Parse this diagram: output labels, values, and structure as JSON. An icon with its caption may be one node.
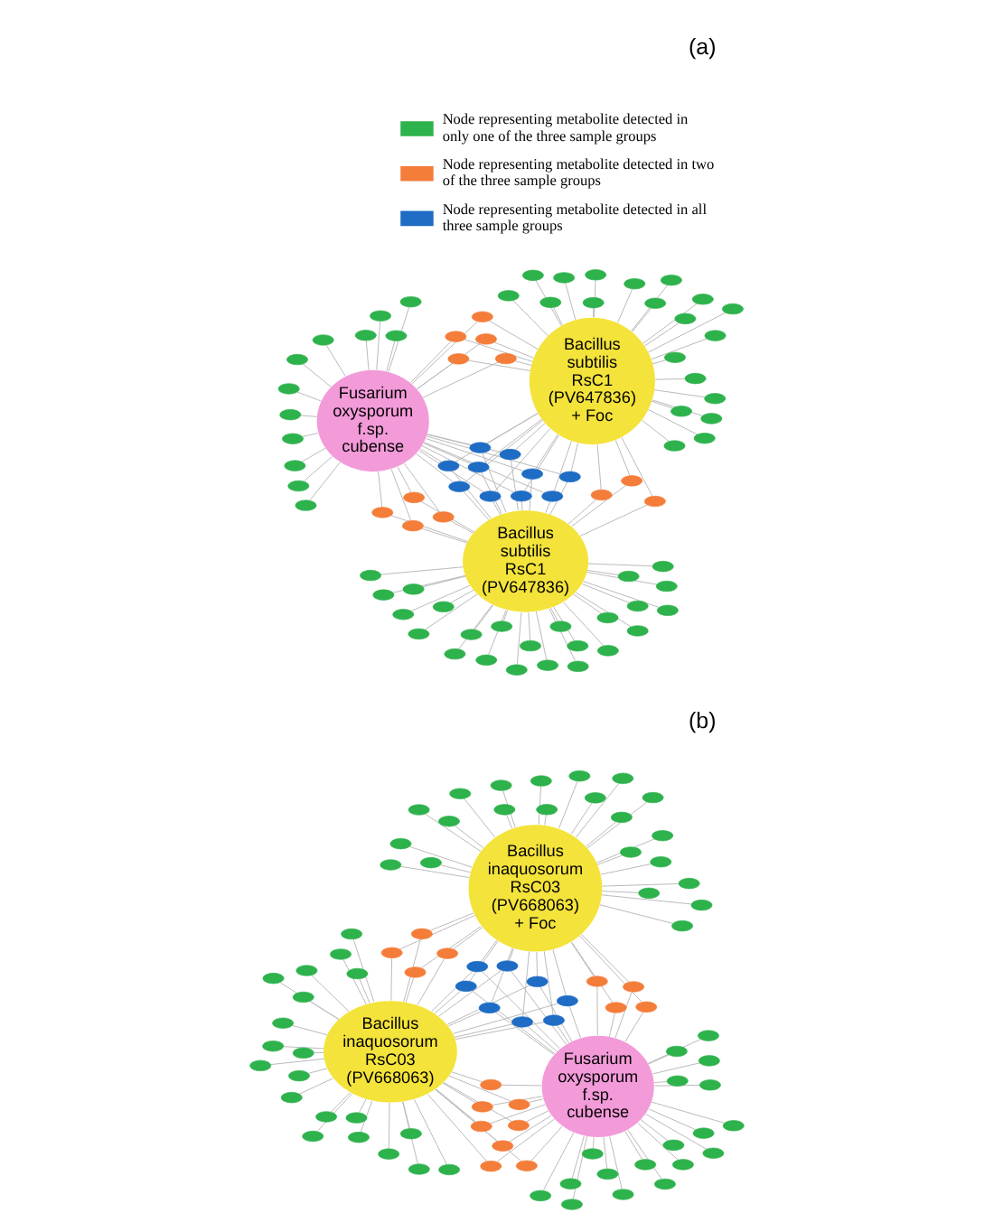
{
  "diagram": {
    "nodes": [
      {
        "text": [
          "Fusarium oxysporum f.sp. cubense"
        ]
      },
      {
        "text": [
          "Bacillus subtilis RsC1 (PV647836)"
        ]
      },
      {
        "text": [
          "Bacillus subtilis RsC1 (PV647836) + Foc"
        ]
      },
      {
        "text": [],
        "shape": "circle"
      },
      {
        "text": [],
        "shape": "circle"
      },
      {
        "text": [],
        "shape": "circle"
      },
      {
        "text": [],
        "shape": "circle"
      },
      {
        "text": [],
        "shape": "circle"
      },
      {
        "text": [],
        "shape": "circle"
      },
      {
        "text": [],
        "shape": "circle"
      },
      {
        "text": [],
        "shape": "circle"
      },
      {
        "text": [],
        "shape": "circle"
      },
      {
        "text": [],
        "shape": "circle"
      },
      {
        "text": [],
        "shape": "circle"
      },
      {
        "text": [],
        "shape": "circle"
      },
      {
        "text": [],
        "shape": "circle"
      },
      {
        "text": [],
        "shape": "circle"
      },
      {
        "text": [],
        "shape": "circle"
      },
      {
        "text": [],
        "shape": "circle"
      },
      {
        "text": [],
        "shape": "circle"
      },
      {
        "text": [],
        "shape": "circle"
      },
      {
        "text": [],
        "shape": "circle"
      },
      {
        "text": [],
        "shape": "circle"
      },
      {
        "text": [],
        "shape": "circle"
      },
      {
        "text": [],
        "shape": "circle"
      },
      {
        "text": [],
        "shape": "circle"
      },
      {
        "text": [],
        "shape": "circle"
      },
      {
        "text": [],
        "shape": "circle"
      },
      {
        "text": [],
        "shape": "circle"
      },
      {
        "text": [],
        "shape": "circle"
      },
      {
        "text": [],
        "shape": "circle"
      },
      {
        "text": [],
        "shape": "circle"
      },
      {
        "text": [],
        "shape": "circle"
      },
      {
        "text": [],
        "shape": "circle"
      },
      {
        "text": [],
        "shape": "circle"
      },
      {
        "text": [],
        "shape": "circle"
      },
      {
        "text": [],
        "shape": "circle"
      },
      {
        "text": [],
        "shape": "circle"
      },
      {
        "text": [],
        "shape": "circle"
      },
      {
        "text": [],
        "shape": "circle"
      },
      {
        "text": [],
        "shape": "circle"
      },
      {
        "text": [],
        "shape": "circle"
      },
      {
        "text": [],
        "shape": "circle"
      },
      {
        "text": [],
        "shape": "circle"
      },
      {
        "text": [],
        "shape": "circle"
      },
      {
        "text": [],
        "shape": "circle"
      },
      {
        "text": [],
        "shape": "circle"
      },
      {
        "text": [],
        "shape": "circle"
      },
      {
        "text": [],
        "shape": "circle"
      },
      {
        "text": [],
        "shape": "circle"
      },
      {
        "text": [],
        "shape": "circle"
      },
      {
        "text": [],
        "shape": "circle"
      },
      {
        "text": [],
        "shape": "circle"
      },
      {
        "text": [],
        "shape": "circle"
      },
      {
        "text": [],
        "shape": "circle"
      },
      {
        "text": [],
        "shape": "circle"
      },
      {
        "text": [],
        "shape": "circle"
      },
      {
        "text": [],
        "shape": "circle"
      },
      {
        "text": [],
        "shape": "circle"
      },
      {
        "text": [],
        "shape": "circle"
      },
      {
        "text": [],
        "shape": "circle"
      },
      {
        "text": [],
        "shape": "circle"
      },
      {
        "text": [],
        "shape": "circle"
      },
      {
        "text": [],
        "shape": "circle"
      },
      {
        "text": [],
        "shape": "circle"
      },
      {
        "text": [],
        "shape": "circle"
      },
      {
        "text": [],
        "shape": "circle"
      },
      {
        "text": [],
        "shape": "circle"
      },
      {
        "text": [],
        "shape": "circle"
      },
      {
        "text": [],
        "shape": "circle"
      },
      {
        "text": [],
        "shape": "circle"
      },
      {
        "text": [],
        "shape": "circle"
      },
      {
        "text": [],
        "shape": "circle"
      },
      {
        "text": [],
        "shape": "circle"
      },
      {
        "text": [],
        "shape": "circle"
      },
      {
        "text": [],
        "shape": "circle"
      },
      {
        "text": [],
        "shape": "circle"
      },
      {
        "text": [],
        "shape": "circle"
      },
      {
        "text": [],
        "shape": "circle"
      },
      {
        "text": [],
        "shape": "circle"
      },
      {
        "text": [],
        "shape": "circle"
      },
      {
        "text": [
          "Bacillus inaquosorum RsC03 (PV668063)"
        ]
      },
      {
        "text": [
          "Bacillus inaquosorum RsC03 (PV668063) + Foc"
        ]
      },
      {
        "text": [
          "Fusarium oxysporum f.sp. cubense"
        ]
      },
      {
        "text": [],
        "shape": "circle"
      },
      {
        "text": [],
        "shape": "circle"
      },
      {
        "text": [],
        "shape": "circle"
      },
      {
        "text": [],
        "shape": "circle"
      },
      {
        "text": [],
        "shape": "circle"
      },
      {
        "text": [],
        "shape": "circle"
      },
      {
        "text": [],
        "shape": "circle"
      },
      {
        "text": [],
        "shape": "circle"
      },
      {
        "text": [],
        "shape": "circle"
      },
      {
        "text": [],
        "shape": "circle"
      },
      {
        "text": [],
        "shape": "circle"
      },
      {
        "text": [],
        "shape": "circle"
      },
      {
        "text": [],
        "shape": "circle"
      },
      {
        "text": [],
        "shape": "circle"
      },
      {
        "text": [],
        "shape": "circle"
      },
      {
        "text": [],
        "shape": "circle"
      },
      {
        "text": [],
        "shape": "circle"
      },
      {
        "text": [],
        "shape": "circle"
      },
      {
        "text": [],
        "shape": "circle"
      },
      {
        "text": [],
        "shape": "circle"
      },
      {
        "text": [],
        "shape": "circle"
      },
      {
        "text": [],
        "shape": "circle"
      },
      {
        "text": [],
        "shape": "circle"
      },
      {
        "text": [],
        "shape": "circle"
      },
      {
        "text": [],
        "shape": "circle"
      },
      {
        "text": [],
        "shape": "circle"
      },
      {
        "text": [],
        "shape": "circle"
      },
      {
        "text": [],
        "shape": "circle"
      },
      {
        "text": [],
        "shape": "circle"
      },
      {
        "text": [],
        "shape": "circle"
      },
      {
        "text": [],
        "shape": "circle"
      },
      {
        "text": [],
        "shape": "circle"
      },
      {
        "text": [],
        "shape": "circle"
      },
      {
        "text": [],
        "shape": "circle"
      },
      {
        "text": [],
        "shape": "circle"
      },
      {
        "text": [],
        "shape": "circle"
      },
      {
        "text": [],
        "shape": "circle"
      },
      {
        "text": [],
        "shape": "circle"
      },
      {
        "text": [],
        "shape": "circle"
      },
      {
        "text": [],
        "shape": "circle"
      },
      {
        "text": [],
        "shape": "circle"
      },
      {
        "text": [],
        "shape": "circle"
      },
      {
        "text": [],
        "shape": "circle"
      },
      {
        "text": [],
        "shape": "circle"
      },
      {
        "text": [],
        "shape": "circle"
      },
      {
        "text": [],
        "shape": "circle"
      },
      {
        "text": [],
        "shape": "circle"
      },
      {
        "text": [],
        "shape": "circle"
      },
      {
        "text": [],
        "shape": "circle"
      },
      {
        "text": [],
        "shape": "circle"
      },
      {
        "text": [],
        "shape": "circle"
      },
      {
        "text": [],
        "shape": "circle"
      },
      {
        "text": [],
        "shape": "circle"
      },
      {
        "text": [],
        "shape": "circle"
      },
      {
        "text": [],
        "shape": "circle"
      },
      {
        "text": [],
        "shape": "circle"
      },
      {
        "text": [],
        "shape": "circle"
      },
      {
        "text": [],
        "shape": "circle"
      },
      {
        "text": [],
        "shape": "circle"
      },
      {
        "text": [],
        "shape": "circle"
      },
      {
        "text": [],
        "shape": "circle"
      },
      {
        "text": [],
        "shape": "circle"
      },
      {
        "text": [],
        "shape": "circle"
      },
      {
        "text": [],
        "shape": "circle"
      },
      {
        "text": [],
        "shape": "circle"
      },
      {
        "text": [],
        "shape": "circle"
      },
      {
        "text": [],
        "shape": "circle"
      },
      {
        "text": [],
        "shape": "circle"
      },
      {
        "text": [],
        "shape": "circle"
      },
      {
        "text": [],
        "shape": "circle"
      },
      {
        "text": [],
        "shape": "circle"
      },
      {
        "text": [],
        "shape": "circle"
      },
      {
        "text": [],
        "shape": "circle"
      },
      {
        "text": [],
        "shape": "circle"
      },
      {
        "text": [],
        "shape": "circle"
      },
      {
        "text": [],
        "shape": "circle"
      },
      {
        "text": [],
        "shape": "circle"
      },
      {
        "text": [],
        "shape": "circle"
      },
      {
        "text": [],
        "shape": "circle"
      },
      {
        "text": [],
        "shape": "circle"
      },
      {
        "text": [],
        "shape": "circle"
      },
      {
        "text": [],
        "shape": "circle"
      },
      {
        "text": [],
        "shape": "circle"
      },
      {
        "text": [],
        "shape": "circle"
      }
    ],
    "edges": [
      {
        "from": 1,
        "to": 3,
        "arrow": "none"
      },
      {
        "from": 1,
        "to": 4,
        "arrow": "none"
      },
      {
        "from": 1,
        "to": 5,
        "arrow": "none"
      },
      {
        "from": 1,
        "to": 6,
        "arrow": "none"
      },
      {
        "from": 1,
        "to": 7,
        "arrow": "none"
      },
      {
        "from": 1,
        "to": 8,
        "arrow": "none"
      },
      {
        "from": 1,
        "to": 9,
        "arrow": "none"
      },
      {
        "from": 1,
        "to": 10,
        "arrow": "none"
      },
      {
        "from": 1,
        "to": 11,
        "arrow": "none"
      },
      {
        "from": 1,
        "to": 12,
        "arrow": "none"
      },
      {
        "from": 1,
        "to": 13,
        "arrow": "none"
      },
      {
        "from": 1,
        "to": 14,
        "arrow": "none"
      },
      {
        "from": 1,
        "to": 15,
        "arrow": "none"
      },
      {
        "from": 1,
        "to": 16,
        "arrow": "none"
      },
      {
        "from": 1,
        "to": 17,
        "arrow": "none"
      },
      {
        "from": 1,
        "to": 18,
        "arrow": "none"
      },
      {
        "from": 1,
        "to": 19,
        "arrow": "none"
      },
      {
        "from": 1,
        "to": 20,
        "arrow": "none"
      },
      {
        "from": 1,
        "to": 21,
        "arrow": "none"
      },
      {
        "from": 1,
        "to": 22,
        "arrow": "none"
      },
      {
        "from": 1,
        "to": 23,
        "arrow": "none"
      },
      {
        "from": 1,
        "to": 24,
        "arrow": "none"
      },
      {
        "from": 1,
        "to": 25,
        "arrow": "none"
      },
      {
        "from": 1,
        "to": 26,
        "arrow": "none"
      },
      {
        "from": 0,
        "to": 27,
        "arrow": "none"
      },
      {
        "from": 0,
        "to": 28,
        "arrow": "none"
      },
      {
        "from": 0,
        "to": 29,
        "arrow": "none"
      },
      {
        "from": 0,
        "to": 30,
        "arrow": "none"
      },
      {
        "from": 0,
        "to": 31,
        "arrow": "none"
      },
      {
        "from": 0,
        "to": 32,
        "arrow": "none"
      },
      {
        "from": 0,
        "to": 33,
        "arrow": "none"
      },
      {
        "from": 0,
        "to": 34,
        "arrow": "none"
      },
      {
        "from": 0,
        "to": 35,
        "arrow": "none"
      },
      {
        "from": 0,
        "to": 36,
        "arrow": "none"
      },
      {
        "from": 0,
        "to": 37,
        "arrow": "none"
      },
      {
        "from": 0,
        "to": 38,
        "arrow": "none"
      },
      {
        "from": 0,
        "to": 39,
        "arrow": "none"
      },
      {
        "from": 1,
        "to": 39,
        "arrow": "none"
      },
      {
        "from": 2,
        "to": 39,
        "arrow": "none"
      },
      {
        "from": 0,
        "to": 40,
        "arrow": "none"
      },
      {
        "from": 1,
        "to": 40,
        "arrow": "none"
      },
      {
        "from": 2,
        "to": 40,
        "arrow": "none"
      },
      {
        "from": 0,
        "to": 41,
        "arrow": "none"
      },
      {
        "from": 1,
        "to": 41,
        "arrow": "none"
      },
      {
        "from": 2,
        "to": 41,
        "arrow": "none"
      },
      {
        "from": 0,
        "to": 42,
        "arrow": "none"
      },
      {
        "from": 1,
        "to": 42,
        "arrow": "none"
      },
      {
        "from": 2,
        "to": 42,
        "arrow": "none"
      },
      {
        "from": 0,
        "to": 43,
        "arrow": "none"
      },
      {
        "from": 1,
        "to": 43,
        "arrow": "none"
      },
      {
        "from": 2,
        "to": 43,
        "arrow": "none"
      },
      {
        "from": 0,
        "to": 44,
        "arrow": "none"
      },
      {
        "from": 1,
        "to": 44,
        "arrow": "none"
      },
      {
        "from": 2,
        "to": 44,
        "arrow": "none"
      },
      {
        "from": 0,
        "to": 45,
        "arrow": "none"
      },
      {
        "from": 1,
        "to": 45,
        "arrow": "none"
      },
      {
        "from": 2,
        "to": 45,
        "arrow": "none"
      },
      {
        "from": 0,
        "to": 46,
        "arrow": "none"
      },
      {
        "from": 1,
        "to": 46,
        "arrow": "none"
      },
      {
        "from": 2,
        "to": 46,
        "arrow": "none"
      },
      {
        "from": 0,
        "to": 47,
        "arrow": "none"
      },
      {
        "from": 1,
        "to": 47,
        "arrow": "none"
      },
      {
        "from": 2,
        "to": 47,
        "arrow": "none"
      },
      {
        "from": 0,
        "to": 48,
        "arrow": "none"
      },
      {
        "from": 1,
        "to": 48,
        "arrow": "none"
      },
      {
        "from": 2,
        "to": 48,
        "arrow": "none"
      },
      {
        "from": 0,
        "to": 49,
        "arrow": "none"
      },
      {
        "from": 2,
        "to": 49,
        "arrow": "none"
      },
      {
        "from": 0,
        "to": 50,
        "arrow": "none"
      },
      {
        "from": 2,
        "to": 50,
        "arrow": "none"
      },
      {
        "from": 0,
        "to": 51,
        "arrow": "none"
      },
      {
        "from": 2,
        "to": 51,
        "arrow": "none"
      },
      {
        "from": 0,
        "to": 52,
        "arrow": "none"
      },
      {
        "from": 2,
        "to": 52,
        "arrow": "none"
      },
      {
        "from": 0,
        "to": 53,
        "arrow": "none"
      },
      {
        "from": 2,
        "to": 53,
        "arrow": "none"
      },
      {
        "from": 0,
        "to": 54,
        "arrow": "none"
      },
      {
        "from": 1,
        "to": 54,
        "arrow": "none"
      },
      {
        "from": 0,
        "to": 55,
        "arrow": "none"
      },
      {
        "from": 1,
        "to": 55,
        "arrow": "none"
      },
      {
        "from": 0,
        "to": 56,
        "arrow": "none"
      },
      {
        "from": 1,
        "to": 56,
        "arrow": "none"
      },
      {
        "from": 0,
        "to": 57,
        "arrow": "none"
      },
      {
        "from": 1,
        "to": 57,
        "arrow": "none"
      },
      {
        "from": 1,
        "to": 58,
        "arrow": "none"
      },
      {
        "from": 2,
        "to": 58,
        "arrow": "none"
      },
      {
        "from": 1,
        "to": 59,
        "arrow": "none"
      },
      {
        "from": 2,
        "to": 59,
        "arrow": "none"
      },
      {
        "from": 1,
        "to": 60,
        "arrow": "none"
      },
      {
        "from": 2,
        "to": 60,
        "arrow": "none"
      },
      {
        "from": 2,
        "to": 61,
        "arrow": "none"
      },
      {
        "from": 2,
        "to": 62,
        "arrow": "none"
      },
      {
        "from": 2,
        "to": 63,
        "arrow": "none"
      },
      {
        "from": 2,
        "to": 64,
        "arrow": "none"
      },
      {
        "from": 2,
        "to": 65,
        "arrow": "none"
      },
      {
        "from": 2,
        "to": 66,
        "arrow": "none"
      },
      {
        "from": 2,
        "to": 67,
        "arrow": "none"
      },
      {
        "from": 2,
        "to": 68,
        "arrow": "none"
      },
      {
        "from": 2,
        "to": 69,
        "arrow": "none"
      },
      {
        "from": 2,
        "to": 70,
        "arrow": "none"
      },
      {
        "from": 2,
        "to": 71,
        "arrow": "none"
      },
      {
        "from": 2,
        "to": 72,
        "arrow": "none"
      },
      {
        "from": 2,
        "to": 73,
        "arrow": "none"
      },
      {
        "from": 2,
        "to": 74,
        "arrow": "none"
      },
      {
        "from": 2,
        "to": 75,
        "arrow": "none"
      },
      {
        "from": 2,
        "to": 76,
        "arrow": "none"
      },
      {
        "from": 2,
        "to": 77,
        "arrow": "none"
      },
      {
        "from": 2,
        "to": 78,
        "arrow": "none"
      },
      {
        "from": 2,
        "to": 79,
        "arrow": "none"
      },
      {
        "from": 2,
        "to": 80,
        "arrow": "none"
      },
      {
        "from": 81,
        "to": 84,
        "arrow": "none"
      },
      {
        "from": 81,
        "to": 85,
        "arrow": "none"
      },
      {
        "from": 81,
        "to": 86,
        "arrow": "none"
      },
      {
        "from": 81,
        "to": 87,
        "arrow": "none"
      },
      {
        "from": 81,
        "to": 88,
        "arrow": "none"
      },
      {
        "from": 81,
        "to": 89,
        "arrow": "none"
      },
      {
        "from": 81,
        "to": 90,
        "arrow": "none"
      },
      {
        "from": 81,
        "to": 91,
        "arrow": "none"
      },
      {
        "from": 81,
        "to": 92,
        "arrow": "none"
      },
      {
        "from": 81,
        "to": 93,
        "arrow": "none"
      },
      {
        "from": 81,
        "to": 94,
        "arrow": "none"
      },
      {
        "from": 81,
        "to": 95,
        "arrow": "none"
      },
      {
        "from": 81,
        "to": 96,
        "arrow": "none"
      },
      {
        "from": 81,
        "to": 97,
        "arrow": "none"
      },
      {
        "from": 81,
        "to": 98,
        "arrow": "none"
      },
      {
        "from": 81,
        "to": 99,
        "arrow": "none"
      },
      {
        "from": 81,
        "to": 100,
        "arrow": "none"
      },
      {
        "from": 81,
        "to": 101,
        "arrow": "none"
      },
      {
        "from": 81,
        "to": 102,
        "arrow": "none"
      },
      {
        "from": 81,
        "to": 103,
        "arrow": "none"
      },
      {
        "from": 81,
        "to": 104,
        "arrow": "none"
      },
      {
        "from": 83,
        "to": 104,
        "arrow": "none"
      },
      {
        "from": 81,
        "to": 105,
        "arrow": "none"
      },
      {
        "from": 83,
        "to": 105,
        "arrow": "none"
      },
      {
        "from": 81,
        "to": 106,
        "arrow": "none"
      },
      {
        "from": 83,
        "to": 106,
        "arrow": "none"
      },
      {
        "from": 81,
        "to": 107,
        "arrow": "none"
      },
      {
        "from": 83,
        "to": 107,
        "arrow": "none"
      },
      {
        "from": 81,
        "to": 108,
        "arrow": "none"
      },
      {
        "from": 83,
        "to": 108,
        "arrow": "none"
      },
      {
        "from": 81,
        "to": 109,
        "arrow": "none"
      },
      {
        "from": 83,
        "to": 109,
        "arrow": "none"
      },
      {
        "from": 81,
        "to": 110,
        "arrow": "none"
      },
      {
        "from": 83,
        "to": 110,
        "arrow": "none"
      },
      {
        "from": 81,
        "to": 111,
        "arrow": "none"
      },
      {
        "from": 83,
        "to": 111,
        "arrow": "none"
      },
      {
        "from": 81,
        "to": 112,
        "arrow": "none"
      },
      {
        "from": 82,
        "to": 112,
        "arrow": "none"
      },
      {
        "from": 83,
        "to": 112,
        "arrow": "none"
      },
      {
        "from": 81,
        "to": 113,
        "arrow": "none"
      },
      {
        "from": 82,
        "to": 113,
        "arrow": "none"
      },
      {
        "from": 83,
        "to": 113,
        "arrow": "none"
      },
      {
        "from": 81,
        "to": 114,
        "arrow": "none"
      },
      {
        "from": 82,
        "to": 114,
        "arrow": "none"
      },
      {
        "from": 83,
        "to": 114,
        "arrow": "none"
      },
      {
        "from": 81,
        "to": 115,
        "arrow": "none"
      },
      {
        "from": 82,
        "to": 115,
        "arrow": "none"
      },
      {
        "from": 83,
        "to": 115,
        "arrow": "none"
      },
      {
        "from": 81,
        "to": 116,
        "arrow": "none"
      },
      {
        "from": 82,
        "to": 116,
        "arrow": "none"
      },
      {
        "from": 83,
        "to": 116,
        "arrow": "none"
      },
      {
        "from": 81,
        "to": 117,
        "arrow": "none"
      },
      {
        "from": 82,
        "to": 117,
        "arrow": "none"
      },
      {
        "from": 83,
        "to": 117,
        "arrow": "none"
      },
      {
        "from": 81,
        "to": 118,
        "arrow": "none"
      },
      {
        "from": 82,
        "to": 118,
        "arrow": "none"
      },
      {
        "from": 83,
        "to": 118,
        "arrow": "none"
      },
      {
        "from": 81,
        "to": 119,
        "arrow": "none"
      },
      {
        "from": 82,
        "to": 119,
        "arrow": "none"
      },
      {
        "from": 83,
        "to": 119,
        "arrow": "none"
      },
      {
        "from": 81,
        "to": 120,
        "arrow": "none"
      },
      {
        "from": 82,
        "to": 120,
        "arrow": "none"
      },
      {
        "from": 81,
        "to": 121,
        "arrow": "none"
      },
      {
        "from": 82,
        "to": 121,
        "arrow": "none"
      },
      {
        "from": 81,
        "to": 122,
        "arrow": "none"
      },
      {
        "from": 82,
        "to": 122,
        "arrow": "none"
      },
      {
        "from": 81,
        "to": 123,
        "arrow": "none"
      },
      {
        "from": 82,
        "to": 123,
        "arrow": "none"
      },
      {
        "from": 83,
        "to": 124,
        "arrow": "none"
      },
      {
        "from": 82,
        "to": 124,
        "arrow": "none"
      },
      {
        "from": 83,
        "to": 125,
        "arrow": "none"
      },
      {
        "from": 82,
        "to": 125,
        "arrow": "none"
      },
      {
        "from": 83,
        "to": 126,
        "arrow": "none"
      },
      {
        "from": 82,
        "to": 126,
        "arrow": "none"
      },
      {
        "from": 83,
        "to": 127,
        "arrow": "none"
      },
      {
        "from": 82,
        "to": 127,
        "arrow": "none"
      },
      {
        "from": 82,
        "to": 128,
        "arrow": "none"
      },
      {
        "from": 82,
        "to": 129,
        "arrow": "none"
      },
      {
        "from": 82,
        "to": 130,
        "arrow": "none"
      },
      {
        "from": 82,
        "to": 131,
        "arrow": "none"
      },
      {
        "from": 82,
        "to": 132,
        "arrow": "none"
      },
      {
        "from": 82,
        "to": 133,
        "arrow": "none"
      },
      {
        "from": 82,
        "to": 134,
        "arrow": "none"
      },
      {
        "from": 82,
        "to": 135,
        "arrow": "none"
      },
      {
        "from": 82,
        "to": 136,
        "arrow": "none"
      },
      {
        "from": 82,
        "to": 137,
        "arrow": "none"
      },
      {
        "from": 82,
        "to": 138,
        "arrow": "none"
      },
      {
        "from": 82,
        "to": 139,
        "arrow": "none"
      },
      {
        "from": 82,
        "to": 140,
        "arrow": "none"
      },
      {
        "from": 82,
        "to": 141,
        "arrow": "none"
      },
      {
        "from": 82,
        "to": 142,
        "arrow": "none"
      },
      {
        "from": 82,
        "to": 143,
        "arrow": "none"
      },
      {
        "from": 82,
        "to": 144,
        "arrow": "none"
      },
      {
        "from": 82,
        "to": 145,
        "arrow": "none"
      },
      {
        "from": 82,
        "to": 146,
        "arrow": "none"
      },
      {
        "from": 82,
        "to": 147,
        "arrow": "none"
      },
      {
        "from": 82,
        "to": 148,
        "arrow": "none"
      },
      {
        "from": 82,
        "to": 149,
        "arrow": "none"
      },
      {
        "from": 83,
        "to": 150,
        "arrow": "none"
      },
      {
        "from": 83,
        "to": 151,
        "arrow": "none"
      },
      {
        "from": 83,
        "to": 152,
        "arrow": "none"
      },
      {
        "from": 83,
        "to": 153,
        "arrow": "none"
      },
      {
        "from": 83,
        "to": 154,
        "arrow": "none"
      },
      {
        "from": 83,
        "to": 155,
        "arrow": "none"
      },
      {
        "from": 83,
        "to": 156,
        "arrow": "none"
      },
      {
        "from": 83,
        "to": 157,
        "arrow": "none"
      },
      {
        "from": 83,
        "to": 158,
        "arrow": "none"
      },
      {
        "from": 83,
        "to": 159,
        "arrow": "none"
      },
      {
        "from": 83,
        "to": 160,
        "arrow": "none"
      },
      {
        "from": 83,
        "to": 161,
        "arrow": "none"
      },
      {
        "from": 83,
        "to": 162,
        "arrow": "none"
      },
      {
        "from": 83,
        "to": 163,
        "arrow": "none"
      },
      {
        "from": 83,
        "to": 164,
        "arrow": "none"
      },
      {
        "from": 83,
        "to": 165,
        "arrow": "none"
      },
      {
        "from": 83,
        "to": 166,
        "arrow": "none"
      },
      {
        "from": 83,
        "to": 167,
        "arrow": "none"
      }
    ],
    "labels": [
      "(a)",
      "(b)"
    ],
    "legend": [
      {
        "text": "Node representing metabolite detected in only one of the three sample groups",
        "color": "#2eb24c"
      },
      {
        "text": "Node representing metabolite detected in two of the three sample groups",
        "color": "#f47d3a"
      },
      {
        "text": "Node representing metabolite detected in all three sample groups",
        "color": "#1e6cc4"
      }
    ]
  }
}
